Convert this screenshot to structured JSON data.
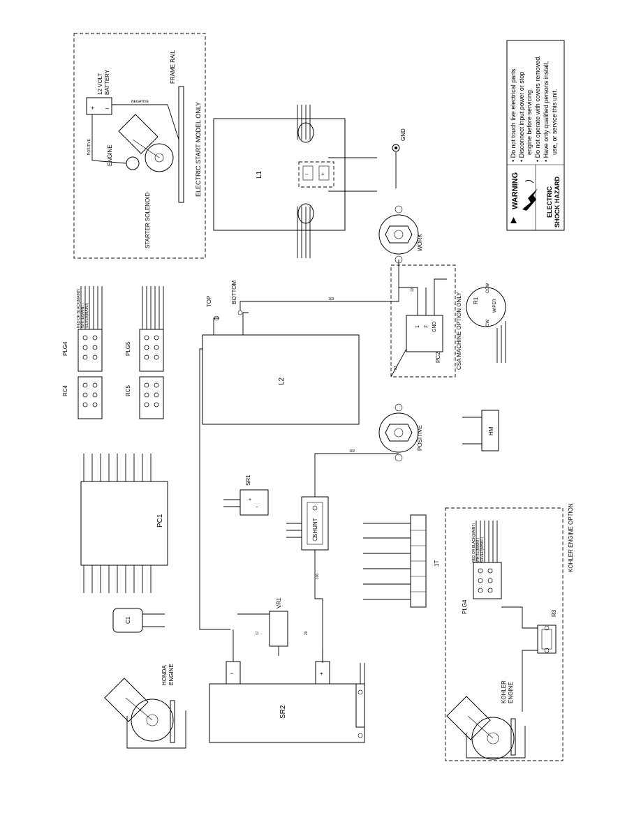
{
  "warning": {
    "header": "WARNING",
    "bullets": [
      "Do not touch live electrical parts.",
      "Disconnect input power or stop",
      "engine before servicing.",
      "Do not operate with covers removed.",
      "Have only qualified persons install,",
      "use, or service this unit."
    ],
    "hazard_line1": "ELECTRIC",
    "hazard_line2": "SHOCK HAZARD"
  },
  "electric_start": {
    "title": "ELECTRIC START MODEL ONLY",
    "battery_line1": "12 VOLT",
    "battery_line2": "BATTERY",
    "frame_rail": "FRAME RAIL",
    "engine": "ENGINE",
    "starter_solenoid": "STARTER SOLENOID",
    "positive_wire": "POSITIVE",
    "negative_wire": "NEGATIVE"
  },
  "components": {
    "l1": "L1",
    "l2": "L2",
    "gnd": "GND",
    "work": "WORK",
    "positive": "POSITIVE",
    "top": "TOP",
    "bottom": "BOTTOM",
    "pc1": "PC1",
    "pc2": "PC2",
    "sr1": "SR1",
    "sr2": "SR2",
    "vr1": "VR1",
    "c1": "C1",
    "r1": "R1",
    "r3": "R3",
    "hm": "HM",
    "shunt": "SHUNT",
    "terminal_1t": "1T",
    "rc4": "RC4",
    "rc5": "RC5",
    "plg4": "PLG4",
    "plg5": "PLG5",
    "plg4_kohler": "PLG4",
    "honda_line1": "HONDA",
    "honda_line2": "ENGINE",
    "kohler_line1": "KOHLER",
    "kohler_line2": "ENGINE",
    "csa_option": "CSA MACHINE OPTION ONLY",
    "kohler_option": "KOHLER ENGINE OPTION",
    "cw": "CW",
    "ccw": "CCW",
    "wiper": "WIPER",
    "pc2_pins": [
      "1",
      "2",
      "GND"
    ]
  },
  "wire_labels": {
    "w103": "103",
    "w102": "102",
    "w100": "100",
    "w22": "22",
    "w21": "21",
    "w17": "17",
    "w20": "20",
    "plg4_colors": [
      "RED OR BLACK(MAINT)",
      "WHITE(MAINT)",
      "SILVER(MAINT)"
    ],
    "kohler_colors": [
      "RED OR BLACK(MAINT)",
      "WHITE(MAINT)",
      "SILVER(MAINT)"
    ]
  }
}
